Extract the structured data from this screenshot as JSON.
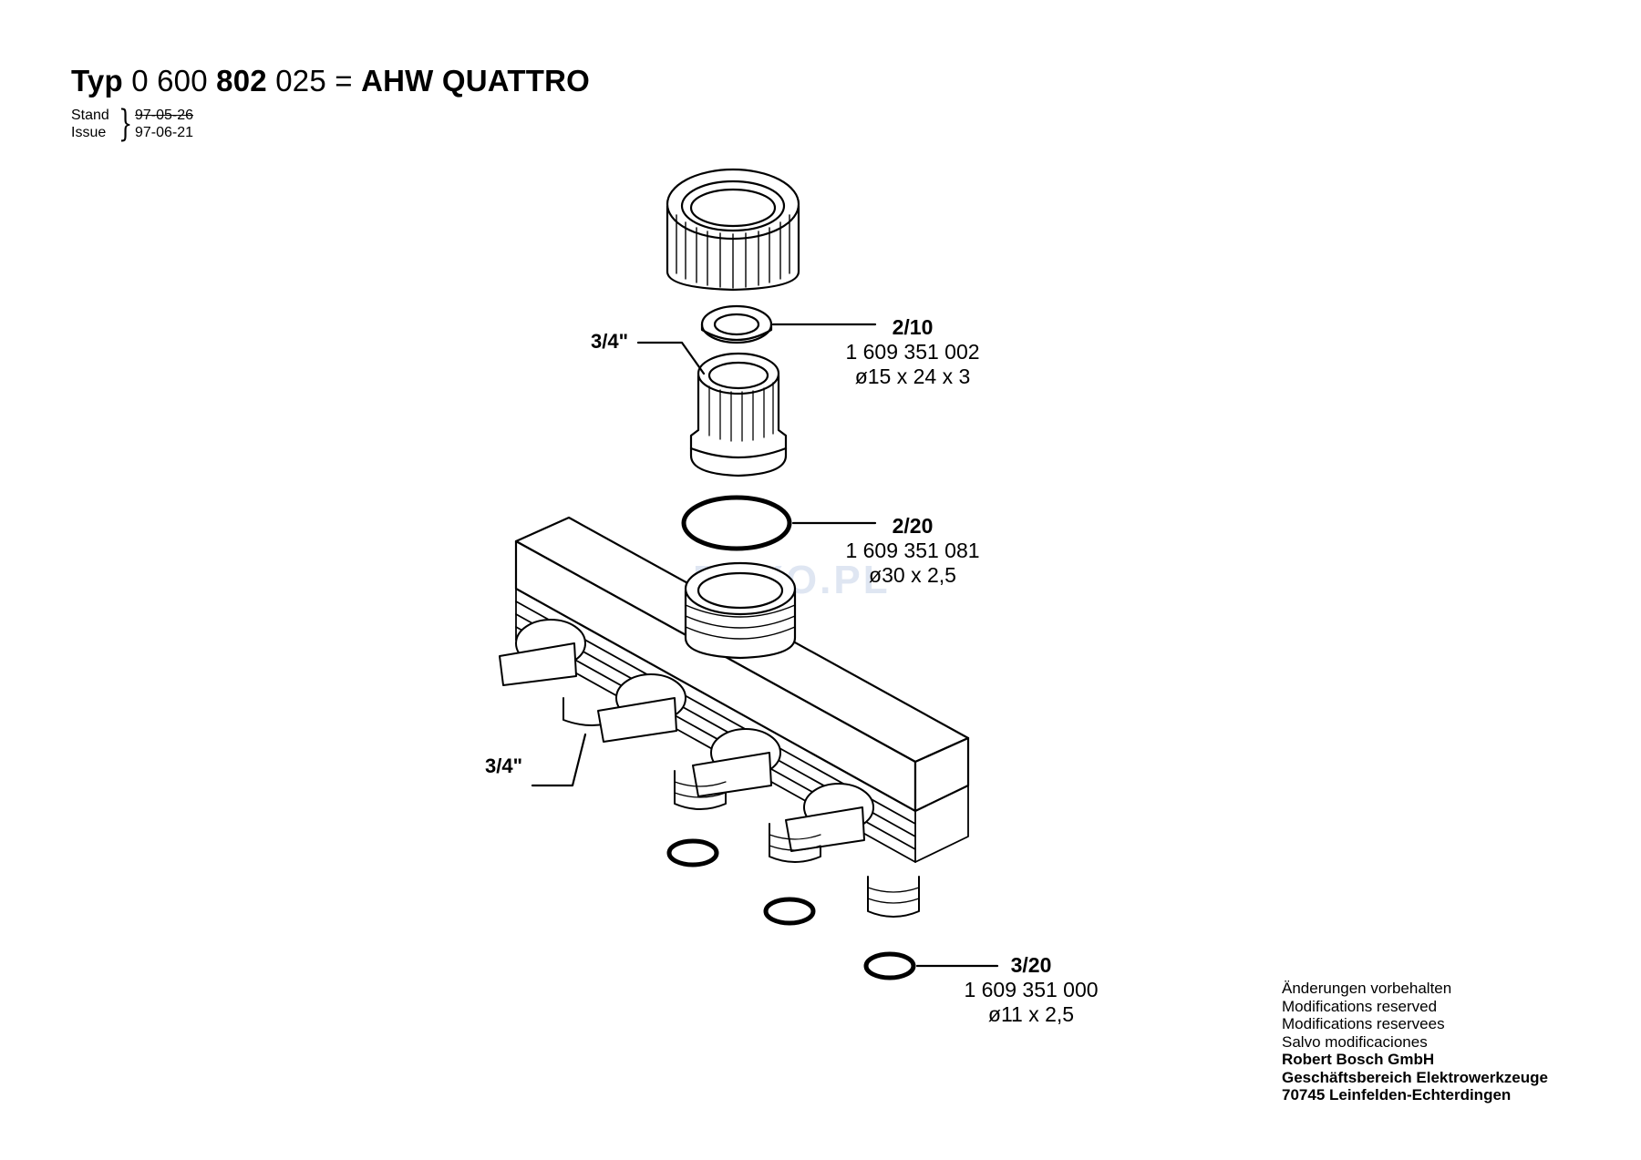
{
  "header": {
    "prefix": "Typ",
    "num_a": "0 600",
    "num_b": "802",
    "num_c": "025 =",
    "model": "AHW QUATTRO",
    "stand_label": "Stand",
    "issue_label": "Issue",
    "stand_date": "97-05-26",
    "issue_date": "97-06-21"
  },
  "labels": {
    "top_thread": "3/4\"",
    "bottom_thread": "3/4\""
  },
  "callouts": [
    {
      "ref": "2/10",
      "part_no": "1 609 351 002",
      "spec": "ø15 x 24 x 3"
    },
    {
      "ref": "2/20",
      "part_no": "1 609 351 081",
      "spec": "ø30 x 2,5"
    },
    {
      "ref": "3/20",
      "part_no": "1 609 351 000",
      "spec": "ø11 x 2,5"
    }
  ],
  "watermark": "DAXO.PL",
  "footer": {
    "line1": "Änderungen vorbehalten",
    "line2": "Modifications reserved",
    "line3": "Modifications reservees",
    "line4": "Salvo modificaciones",
    "line5": "Robert Bosch GmbH",
    "line6": "Geschäftsbereich Elektrowerkzeuge",
    "line7": "70745 Leinfelden-Echterdingen"
  }
}
